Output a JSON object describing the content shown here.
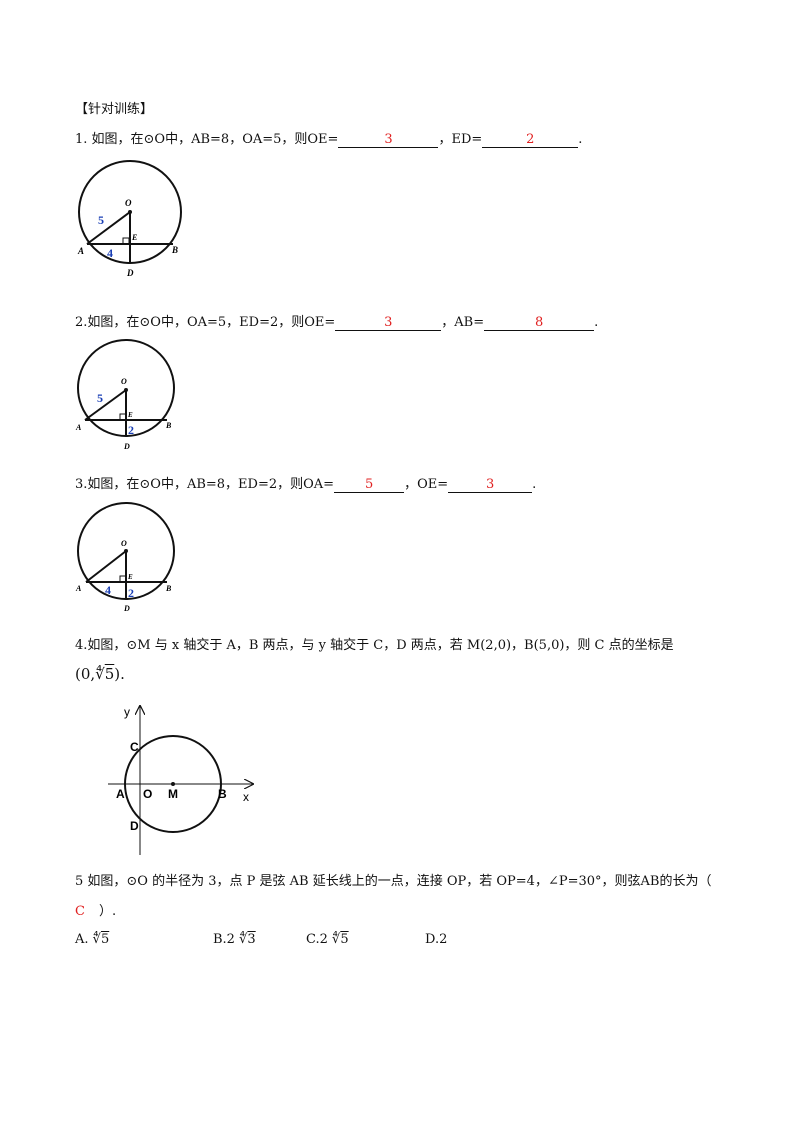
{
  "heading": "【针对训练】",
  "q1": {
    "text_before": "1. 如图，在⊙O中，AB=8，OA=5，则OE=",
    "answer1": "3",
    "mid": "，ED=",
    "answer2": "2",
    "end": "."
  },
  "q2": {
    "text_before": "2.如图，在⊙O中，OA=5，ED=2，则OE=",
    "answer1": "3",
    "mid": "，AB=",
    "answer2": "8",
    "end": "."
  },
  "q3": {
    "text_before": "3.如图，在⊙O中，AB=8，ED=2，则OA=",
    "answer1": "5",
    "mid": "，OE=",
    "answer2": "3",
    "end": "."
  },
  "q4": {
    "line1": "4.如图，⊙M 与 x 轴交于 A，B 两点，与 y 轴交于 C，D 两点，若 M(2,0)，B(5,0)，则 C 点的坐标是",
    "answer_open": "(0,",
    "answer_radical": "5",
    "answer_close": ")."
  },
  "q5": {
    "line1": "5 如图，⊙O 的半径为 3，点 P 是弦 AB 延长线上的一点，连接 OP，若 OP=4，∠P=30°，则弦AB的长为（",
    "answer": "C",
    "close": "）.",
    "options": [
      {
        "label": "A. ",
        "coef": "",
        "radical": "5"
      },
      {
        "label": "B.2 ",
        "coef": "",
        "radical": "3"
      },
      {
        "label": "C.2 ",
        "coef": "",
        "radical": "5"
      },
      {
        "label": "D.2",
        "coef": "",
        "radical": ""
      }
    ]
  },
  "fig_labels": {
    "O": "O",
    "A": "A",
    "B": "B",
    "E": "E",
    "D": "D",
    "len5": "5",
    "len4": "4",
    "len2": "2",
    "axis_x": "x",
    "axis_y": "y",
    "M": "M",
    "C": "C"
  },
  "colors": {
    "answer": "#e02020",
    "length_label": "#1a3fb5",
    "ink": "#111111"
  }
}
